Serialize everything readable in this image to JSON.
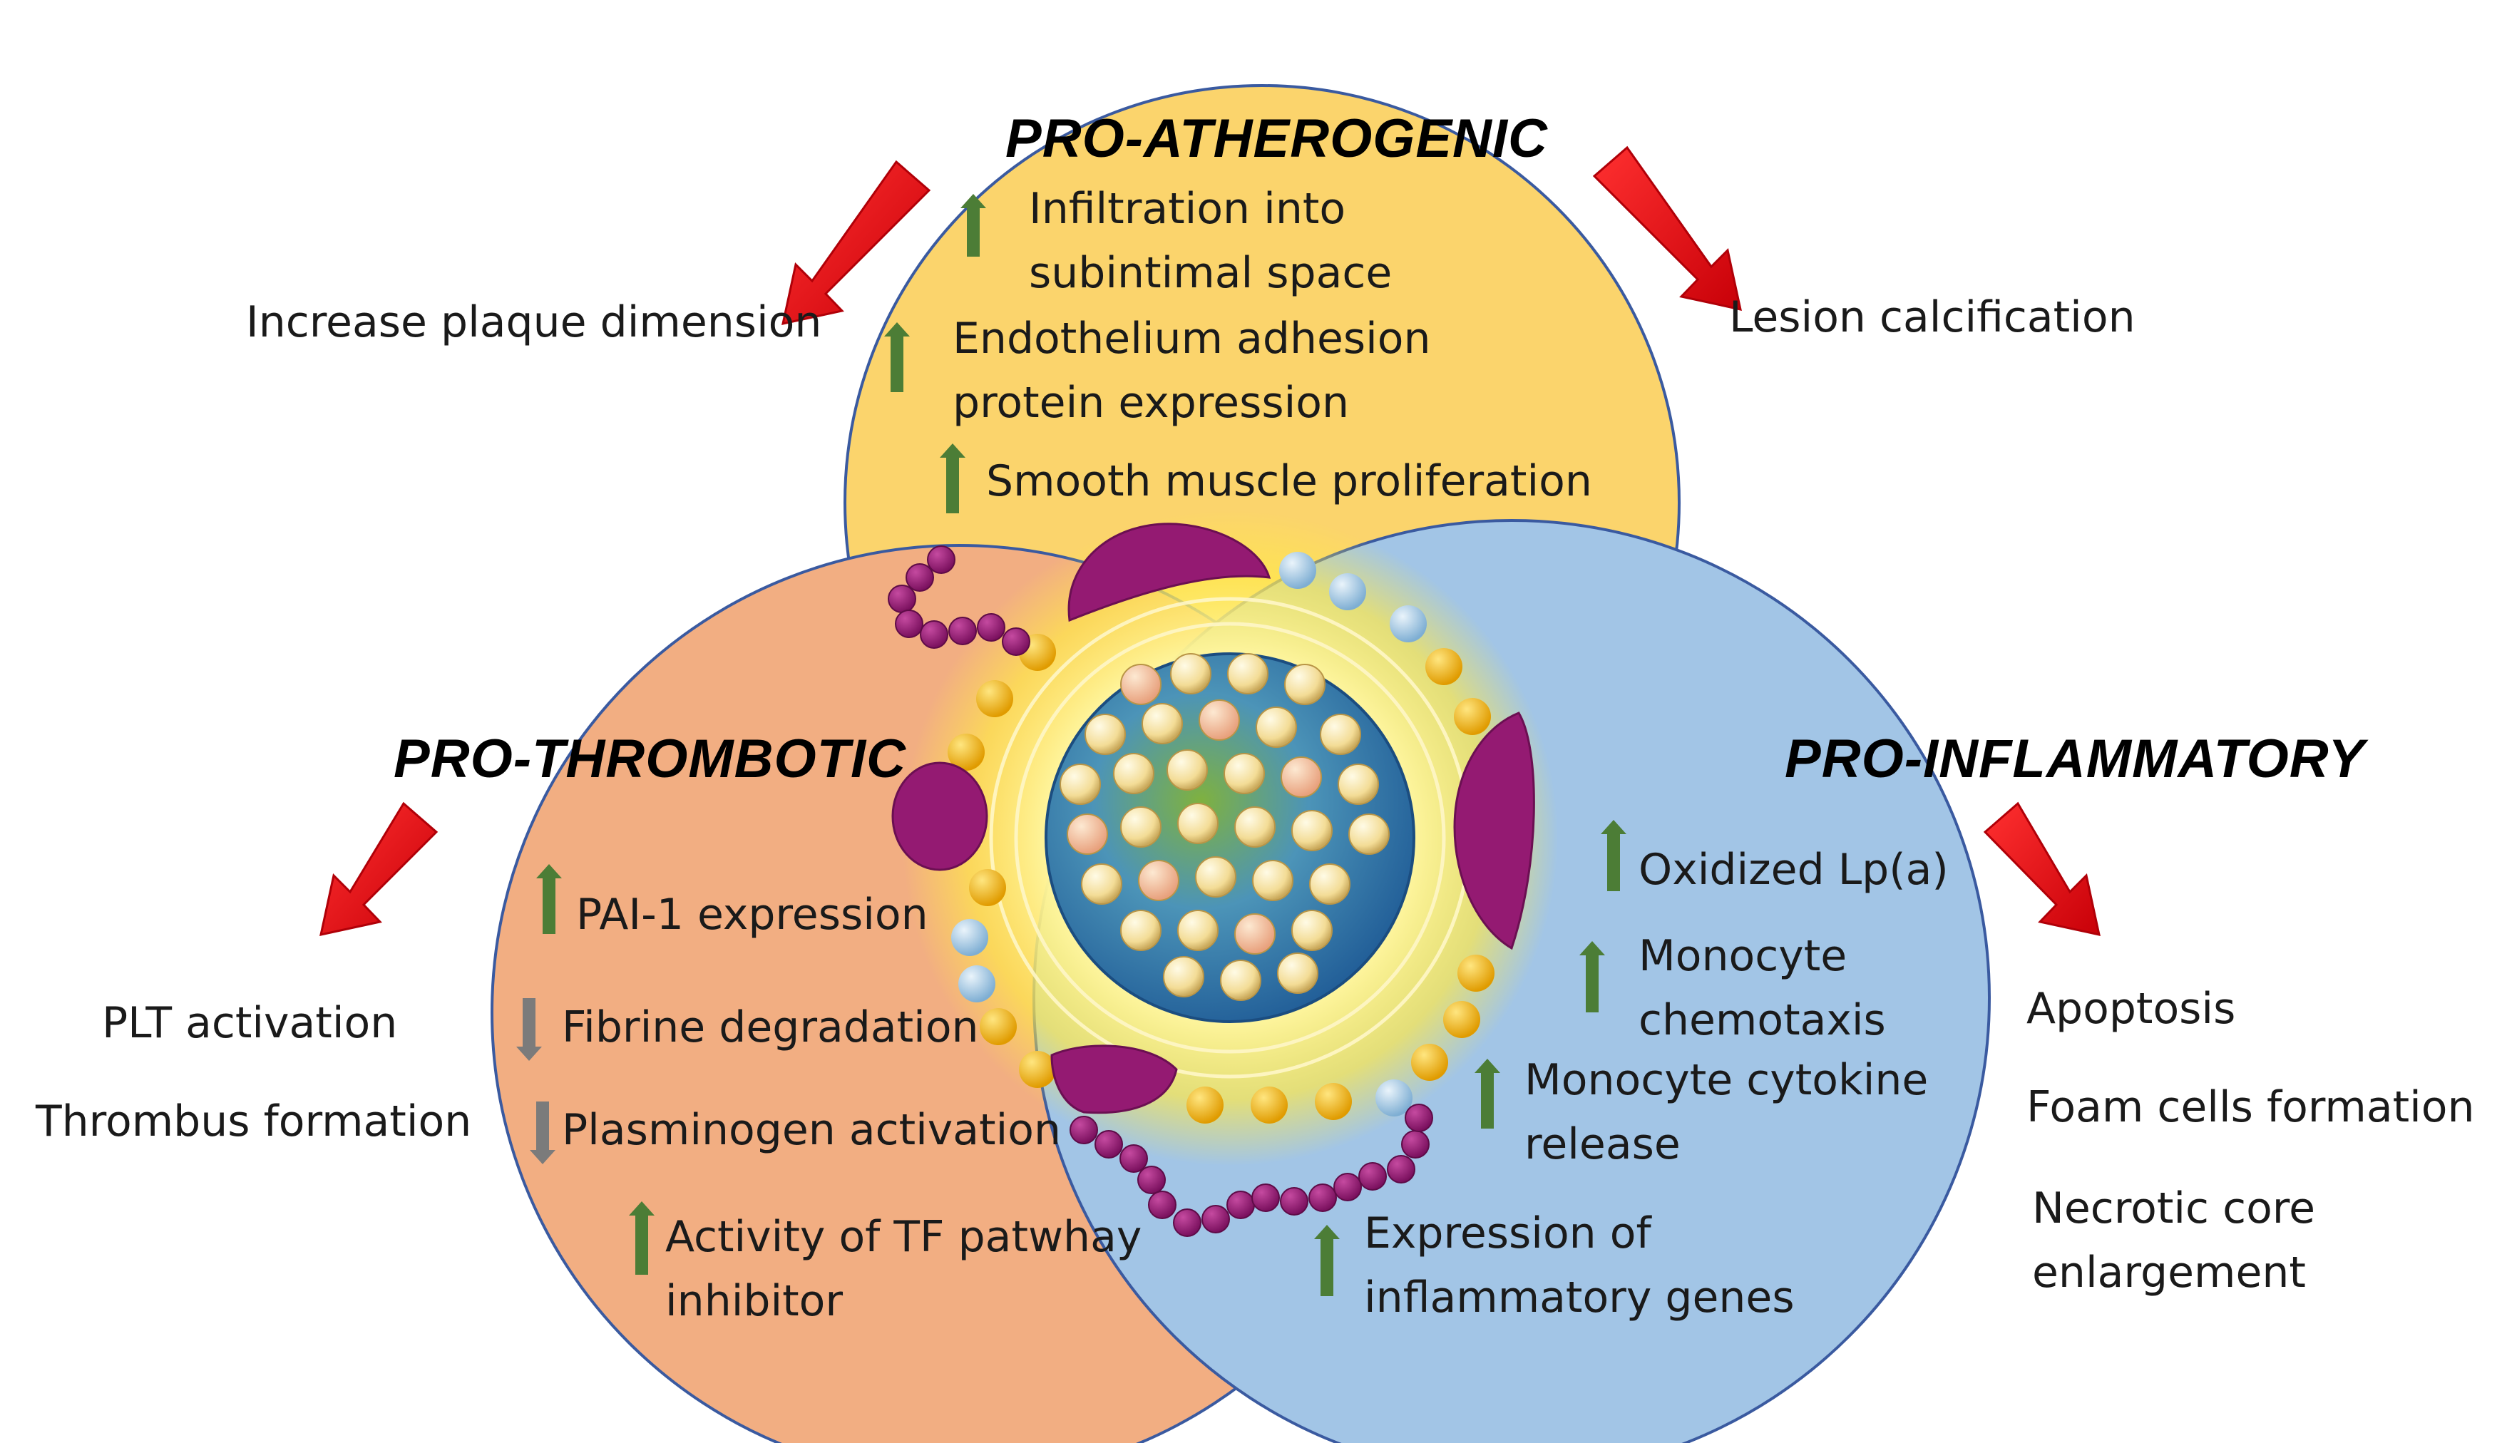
{
  "colors": {
    "atherogenic_fill": "#fbd46c",
    "thrombotic_fill": "#f2ae82",
    "inflammatory_fill": "#a2c5e6",
    "circle_outline": "#3a5aa0",
    "arrow_red": "#e8151c",
    "arrow_up_green": "#4c7d36",
    "arrow_down_gray": "#7b7b7b",
    "apolipoprotein_purple": "#941a72",
    "phospholipid_yellow": "#f4b400",
    "phospholipid_blue": "#9fc3e0",
    "core_blue": "#2d6fa8",
    "core_green": "#7fb13f"
  },
  "circles": {
    "atherogenic": {
      "title": "PRO-ATHEROGENIC",
      "effects": [
        {
          "direction": "up",
          "text": "Infiltration into\nsubintimal space"
        },
        {
          "direction": "up",
          "text": "Endothelium adhesion\nprotein  expression"
        },
        {
          "direction": "up",
          "text": "Smooth muscle proliferation"
        }
      ],
      "outcomes": [
        "Increase plaque dimension",
        "Lesion calcification"
      ]
    },
    "thrombotic": {
      "title": "PRO-THROMBOTIC",
      "effects": [
        {
          "direction": "up",
          "text": "PAI-1 expression"
        },
        {
          "direction": "down",
          "text": "Fibrine degradation"
        },
        {
          "direction": "down",
          "text": "Plasminogen activation"
        },
        {
          "direction": "up",
          "text": "Activity of TF patwhay\ninhibitor"
        }
      ],
      "outcomes": [
        "PLT activation",
        "Thrombus formation"
      ]
    },
    "inflammatory": {
      "title": "PRO-INFLAMMATORY",
      "effects": [
        {
          "direction": "up",
          "text": "Oxidized Lp(a)"
        },
        {
          "direction": "up",
          "text": "Monocyte\nchemotaxis"
        },
        {
          "direction": "up",
          "text": "Monocyte cytokine\nrelease"
        },
        {
          "direction": "up",
          "text": "Expression of\ninflammatory genes"
        }
      ],
      "outcomes": [
        "Apoptosis",
        "Foam cells formation",
        "Necrotic core\nenlargement"
      ]
    }
  }
}
